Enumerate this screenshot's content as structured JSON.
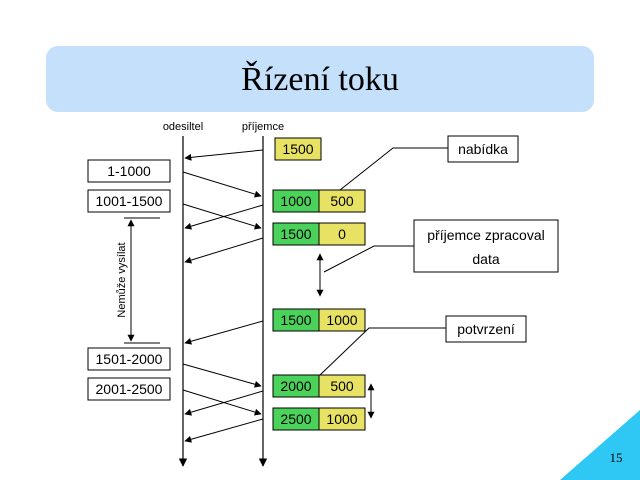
{
  "slide": {
    "title": "Řízení toku",
    "page_number": "15"
  },
  "diagram": {
    "sender_label": "odesiltel",
    "receiver_label": "příjemce",
    "segments": [
      "1-1000",
      "1001-1500",
      "1501-2000",
      "2001-2500"
    ],
    "wait_label": "Nemůže vysílat",
    "windows": [
      {
        "ack": "1500",
        "win": ""
      },
      {
        "ack": "1000",
        "win": "500"
      },
      {
        "ack": "1500",
        "win": "0"
      },
      {
        "ack": "1500",
        "win": "1000"
      },
      {
        "ack": "2000",
        "win": "500"
      },
      {
        "ack": "2500",
        "win": "1000"
      }
    ],
    "callouts": {
      "offer": "nabídka",
      "processed_line1": "příjemce zpracoval",
      "processed_line2": "data",
      "ack": "potvrzení"
    }
  },
  "colors": {
    "title_bar": "#c5e0fb",
    "ack_green": "#4bd25a",
    "window_yellow": "#e8e264",
    "corner_cyan": "#2fc8f4"
  }
}
